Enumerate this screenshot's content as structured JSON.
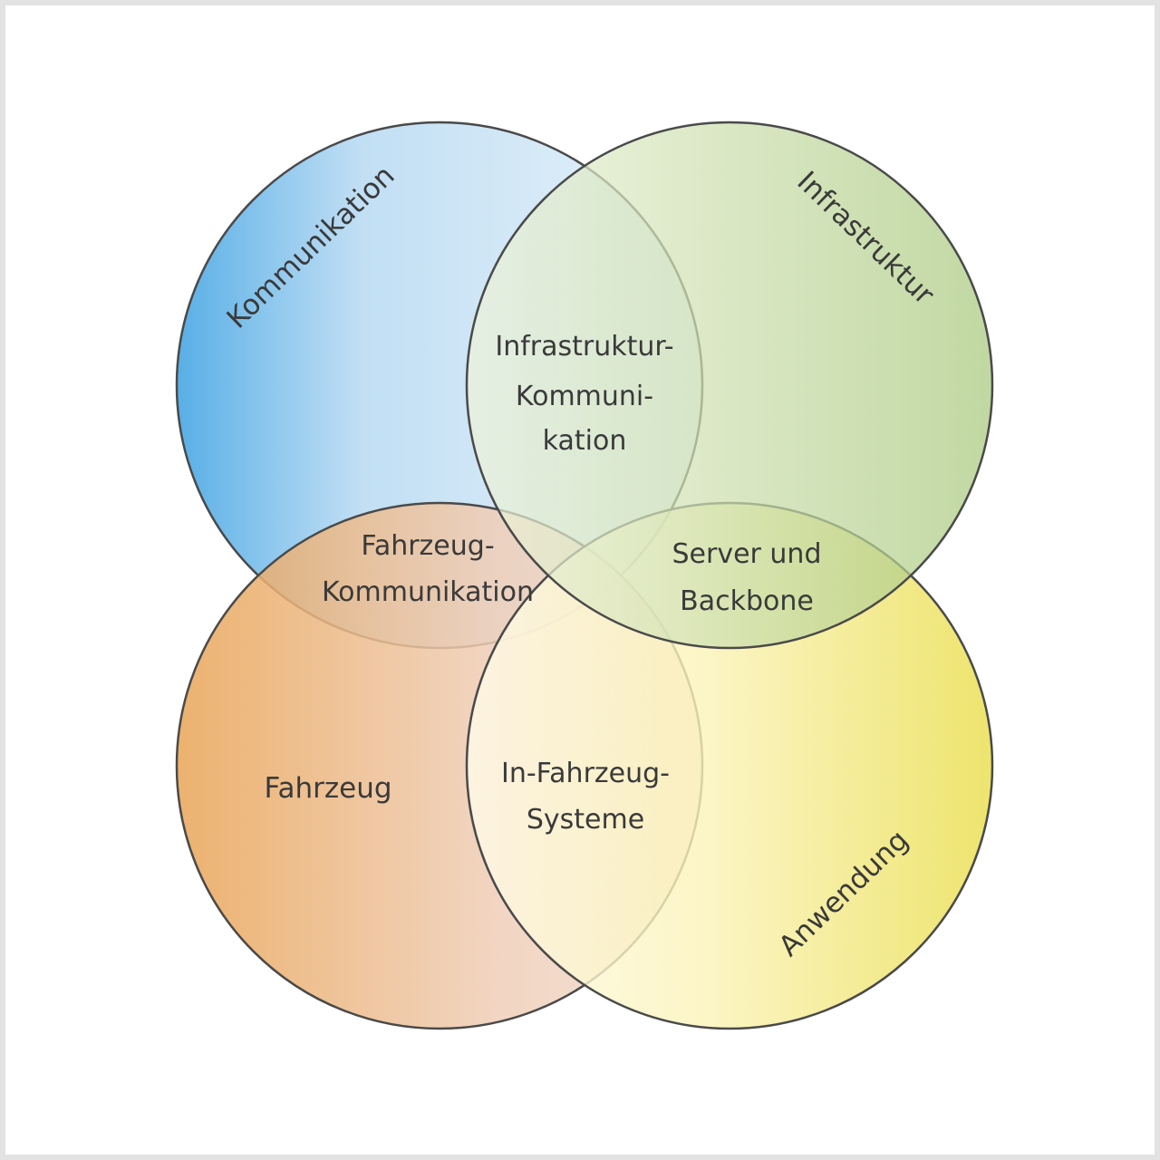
{
  "diagram": {
    "circles": [
      {
        "id": "kommunikation",
        "label": "Kommunikation",
        "fill_dark": "#4aa8e4",
        "fill_light": "#e6f2fa"
      },
      {
        "id": "infrastruktur",
        "label": "Infrastruktur",
        "fill_dark": "#a9c97e",
        "fill_light": "#eef3dc"
      },
      {
        "id": "fahrzeug",
        "label": "Fahrzeug",
        "fill_dark": "#e9a455",
        "fill_light": "#f2dfd3"
      },
      {
        "id": "anwendung",
        "label": "Anwendung",
        "fill_dark": "#e9dd4a",
        "fill_light": "#fffbea"
      }
    ],
    "overlaps": {
      "infrastruktur_kommunikation": [
        "Infrastruktur-",
        "Kommuni-",
        "kation"
      ],
      "fahrzeug_kommunikation": [
        "Fahrzeug-",
        "Kommunikation"
      ],
      "server_backbone": [
        "Server und",
        "Backbone"
      ],
      "in_fahrzeug_systeme": [
        "In-Fahrzeug-",
        "Systeme"
      ]
    },
    "colors": {
      "stroke": "#4a4a4a",
      "text": "#3a3a3a",
      "frame": "#e3e3e3"
    }
  }
}
